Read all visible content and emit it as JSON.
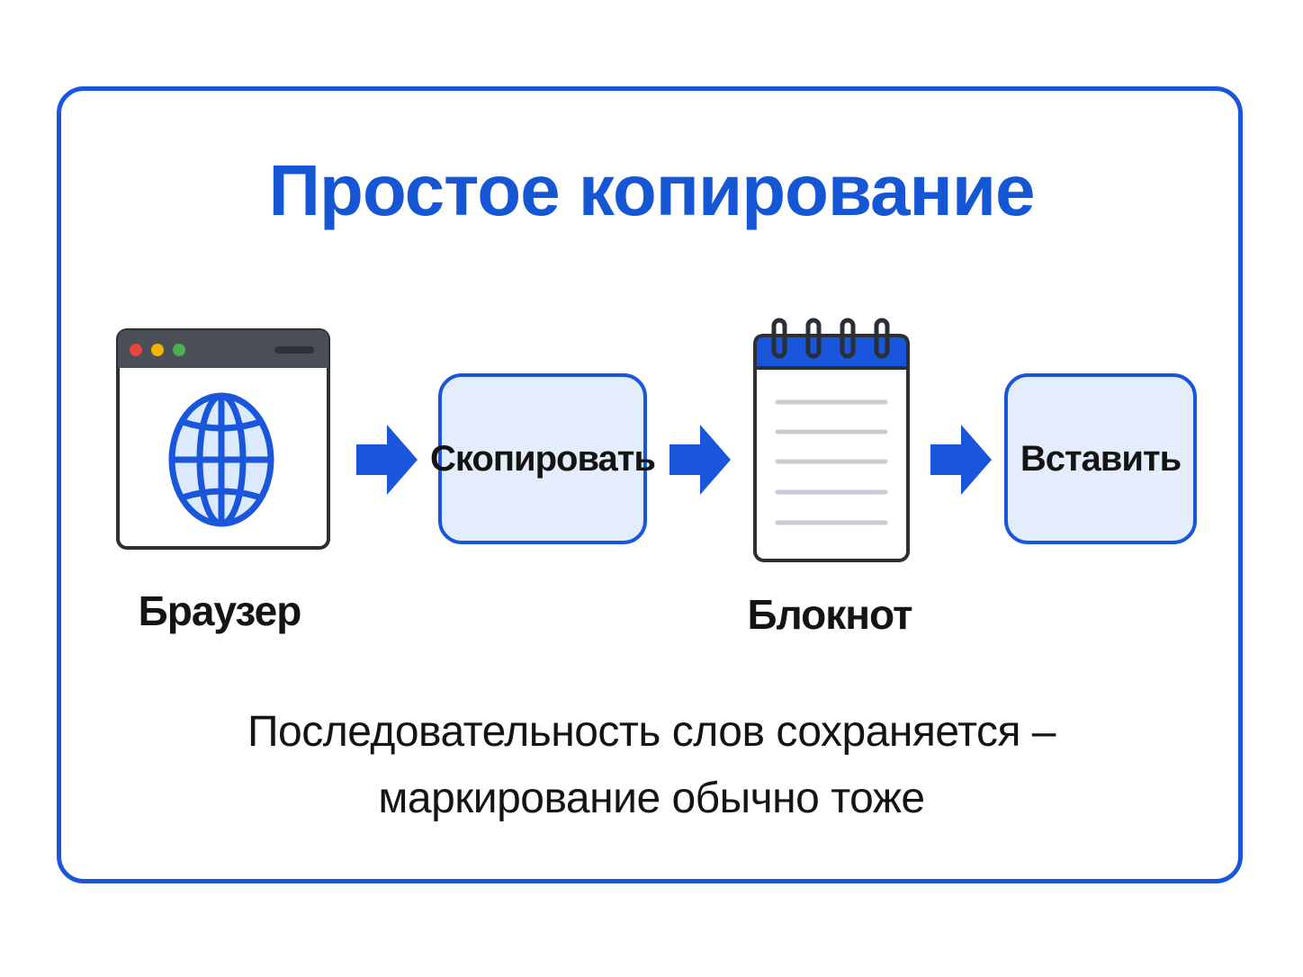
{
  "title": "Простое копирование",
  "steps": {
    "browser_label": "Браузер",
    "copy_label": "Скопировать",
    "notepad_label": "Блокнот",
    "paste_label": "Вставить"
  },
  "caption": {
    "line1": "Последовательность слов сохраняется –",
    "line2": "маркирование обычно тоже"
  },
  "icons": {
    "browser": "browser-window-icon",
    "globe": "globe-icon",
    "notepad": "notepad-icon",
    "arrow": "right-arrow-icon"
  },
  "colors": {
    "accent": "#1a56db",
    "box_fill": "#e3edfc",
    "text": "#141414"
  }
}
